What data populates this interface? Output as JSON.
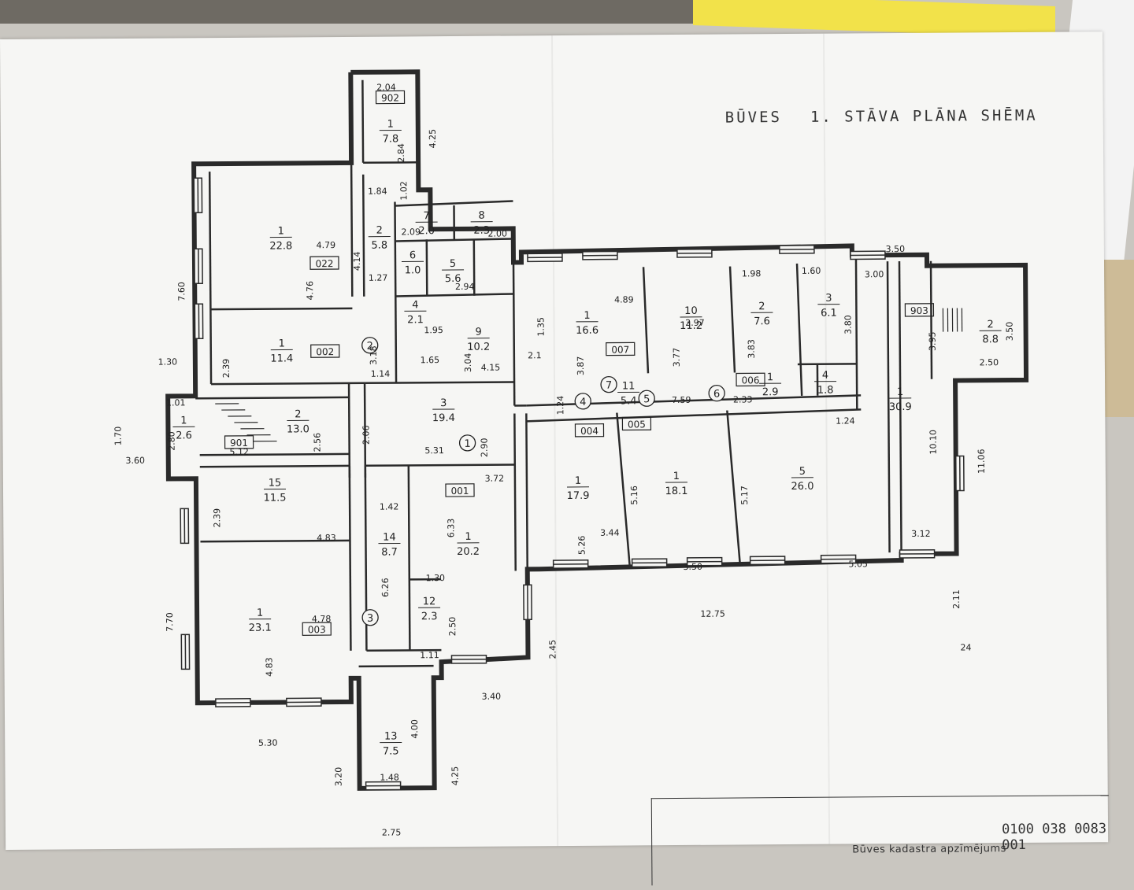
{
  "title": {
    "left": "BŪVES",
    "right": "1. STĀVA  PLĀNA  SHĒMA"
  },
  "cadastre": {
    "label": "Būves kadastra apzīmējums",
    "number": "0100 038 0083 001"
  },
  "rooms": [
    {
      "id": "r902-1",
      "num": "1",
      "area": "7.8"
    },
    {
      "id": "r022-1",
      "num": "1",
      "area": "22.8"
    },
    {
      "id": "r022-2",
      "num": "2",
      "area": "5.8"
    },
    {
      "id": "r002-1",
      "num": "1",
      "area": "11.4"
    },
    {
      "id": "r-7",
      "num": "7",
      "area": "2.0"
    },
    {
      "id": "r-8",
      "num": "8",
      "area": "2.3"
    },
    {
      "id": "r-6",
      "num": "6",
      "area": "1.0"
    },
    {
      "id": "r-5",
      "num": "5",
      "area": "5.6"
    },
    {
      "id": "r-4",
      "num": "4",
      "area": "2.1"
    },
    {
      "id": "r-9",
      "num": "9",
      "area": "10.2"
    },
    {
      "id": "r901-1",
      "num": "1",
      "area": "2.6"
    },
    {
      "id": "r901-2",
      "num": "2",
      "area": "13.0"
    },
    {
      "id": "r-3",
      "num": "3",
      "area": "19.4"
    },
    {
      "id": "r007-1",
      "num": "1",
      "area": "16.6"
    },
    {
      "id": "r-10",
      "num": "10",
      "area": "11.2"
    },
    {
      "id": "r-2b",
      "num": "2",
      "area": "7.6"
    },
    {
      "id": "r-3b",
      "num": "3",
      "area": "6.1"
    },
    {
      "id": "r903-1",
      "num": "1",
      "area": "30.9"
    },
    {
      "id": "r903-2",
      "num": "2",
      "area": "8.8"
    },
    {
      "id": "r-11",
      "num": "11",
      "area": "5.4"
    },
    {
      "id": "r006-1",
      "num": "1",
      "area": "2.9"
    },
    {
      "id": "r006-4",
      "num": "4",
      "area": "1.8"
    },
    {
      "id": "r-15",
      "num": "15",
      "area": "11.5"
    },
    {
      "id": "r-14",
      "num": "14",
      "area": "8.7"
    },
    {
      "id": "r001-1",
      "num": "1",
      "area": "20.2"
    },
    {
      "id": "r004-1",
      "num": "1",
      "area": "17.9"
    },
    {
      "id": "r005-1",
      "num": "1",
      "area": "18.1"
    },
    {
      "id": "r-5b",
      "num": "5",
      "area": "26.0"
    },
    {
      "id": "r003-1",
      "num": "1",
      "area": "23.1"
    },
    {
      "id": "r-12",
      "num": "12",
      "area": "2.3"
    },
    {
      "id": "r-13",
      "num": "13",
      "area": "7.5"
    }
  ],
  "units": [
    "902",
    "022",
    "002",
    "901",
    "007",
    "006",
    "903",
    "001",
    "004",
    "005",
    "003"
  ],
  "circles": [
    "1",
    "2",
    "3",
    "4",
    "5",
    "6",
    "7"
  ],
  "dims": [
    "2.04",
    "2.84",
    "4.25",
    "1.84",
    "1.02",
    "4.79",
    "4.76",
    "4.14",
    "1.27",
    "7.60",
    "2.39",
    "3.18",
    "1.14",
    "1.30",
    "2.09",
    "2.00",
    "2.94",
    "1.95",
    "1.65",
    "3.04",
    "4.15",
    "1.35",
    "2.1",
    "4.89",
    "3.87",
    "2.97",
    "3.77",
    "3.83",
    "1.98",
    "1.60",
    "3.80",
    "3.50",
    "3.00",
    "3.95",
    "3.50",
    "2.50",
    "10.10",
    "11.06",
    "3.12",
    "1.24",
    "2.33",
    "7.59",
    "1.24",
    "1.01",
    "2.80",
    "1.70",
    "3.60",
    "5.12",
    "2.56",
    "2.06",
    "5.31",
    "2.90",
    "3.72",
    "1.42",
    "4.83",
    "2.39",
    "6.33",
    "6.26",
    "1.30",
    "2.50",
    "1.11",
    "5.26",
    "3.44",
    "5.16",
    "3.50",
    "5.17",
    "5.05",
    "12.75",
    "2.45",
    "3.40",
    "7.70",
    "4.78",
    "4.83",
    "5.30",
    "4.00",
    "1.48",
    "2.75",
    "3.20",
    "4.25",
    "2.11",
    "24"
  ]
}
